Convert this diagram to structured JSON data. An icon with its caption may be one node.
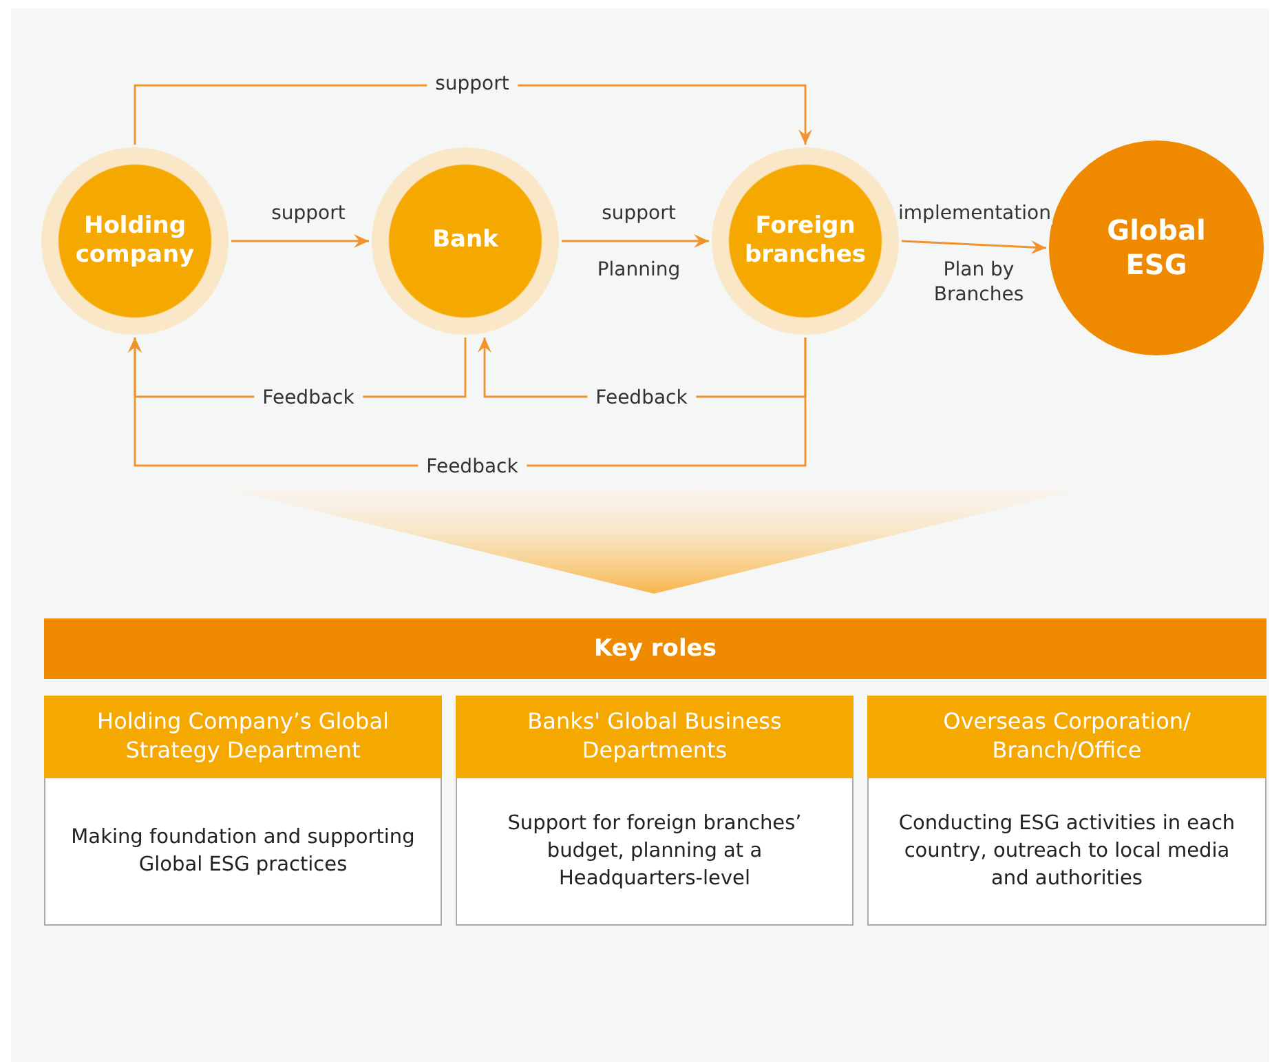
{
  "diagram": {
    "nodes": [
      {
        "text": [
          "Holding company"
        ]
      },
      {
        "text": [
          "Bank"
        ]
      },
      {
        "text": [
          "Foreign branches"
        ]
      },
      {
        "text": [
          "Global ESG"
        ]
      },
      {
        "text": [],
        "shape": "triangle"
      },
      {
        "text": [
          "Key roles"
        ]
      },
      {
        "text": [
          "Holding Company’s Global Strategy Department",
          "Making foundation and supporting Global ESG practices"
        ]
      },
      {
        "text": [
          "Banks' Global Business Departments",
          "Support for foreign branches’ budget, planning at a Headquarters-level"
        ]
      },
      {
        "text": [
          "Overseas Corporation/ Branch/Office",
          "Conducting ESG activities in each country, outreach to local media and authorities"
        ]
      }
    ],
    "edges": [
      {
        "from": 0,
        "to": 2,
        "arrow": "to",
        "label": "support"
      },
      {
        "from": 0,
        "to": 1,
        "arrow": "to",
        "label": "support"
      },
      {
        "from": 1,
        "to": 2,
        "arrow": "to",
        "label": "support"
      },
      {
        "from": 2,
        "to": 3,
        "arrow": "to",
        "label": "implementation"
      },
      {
        "from": 1,
        "to": 0,
        "arrow": "to",
        "label": "Feedback"
      },
      {
        "from": 2,
        "to": 1,
        "arrow": "to",
        "label": "Feedback"
      },
      {
        "from": 2,
        "to": 0,
        "arrow": "to",
        "label": "Feedback"
      }
    ],
    "labels": [
      "Planning",
      "Plan by Branches"
    ]
  }
}
